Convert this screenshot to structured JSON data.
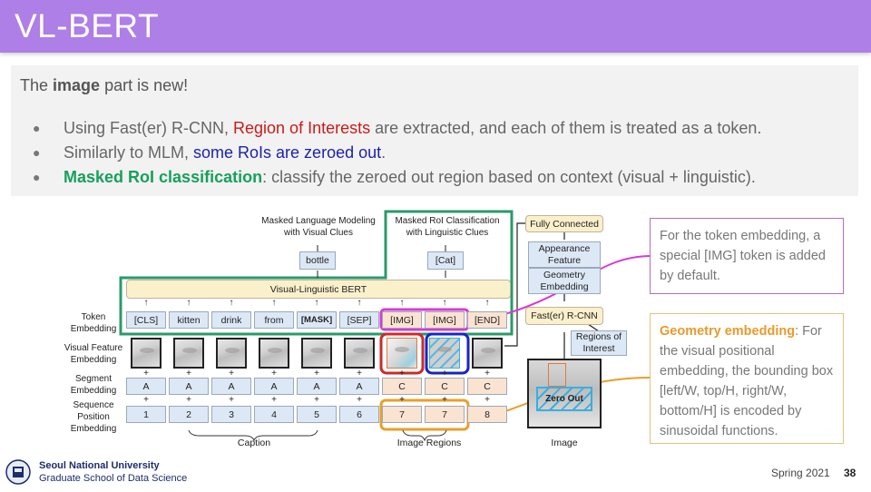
{
  "slide": {
    "title": "VL-BERT",
    "intro_prefix": "The ",
    "intro_bold": "image",
    "intro_suffix": " part is new!",
    "bullets": [
      {
        "plain_1": "Using Fast(er) R-CNN, ",
        "highlight": "Region of Interests",
        "plain_2": " are extracted, and each of them is treated as a token.",
        "highlight_color": "#cc1a1a"
      },
      {
        "plain_1": "Similarly to MLM, ",
        "highlight": "some RoIs are zeroed out",
        "plain_2": ".",
        "highlight_color": "#1e22a8"
      },
      {
        "plain_1": "",
        "highlight": "Masked RoI classification",
        "plain_2": ": classify the zeroed out region based on context (visual + linguistic).",
        "highlight_color": "#17a05a"
      }
    ],
    "bullet_glyph": "●"
  },
  "diagram": {
    "top_labels": {
      "mlm": [
        "Masked Language Modeling",
        "with Visual Clues"
      ],
      "mrc": [
        "Masked RoI Classification",
        "with Linguistic Clues"
      ]
    },
    "outputs": {
      "mlm": "bottle",
      "mrc": "[Cat]"
    },
    "bert_label": "Visual-Linguistic BERT",
    "row_labels": {
      "token": [
        "Token",
        "Embedding"
      ],
      "visual": [
        "Visual Feature",
        "Embedding"
      ],
      "segment": [
        "Segment",
        "Embedding"
      ],
      "position": [
        "Sequence",
        "Position",
        "Embedding"
      ]
    },
    "tokens": [
      "[CLS]",
      "kitten",
      "drink",
      "from",
      "[MASK]",
      "[SEP]",
      "[IMG]",
      "[IMG]",
      "[END]"
    ],
    "segments": [
      "A",
      "A",
      "A",
      "A",
      "A",
      "A",
      "C",
      "C",
      "C"
    ],
    "positions": [
      "1",
      "2",
      "3",
      "4",
      "5",
      "6",
      "7",
      "7",
      "8"
    ],
    "plus": "+",
    "group_labels": {
      "caption": "Caption",
      "image_regions": "Image Regions"
    },
    "right_pipeline": {
      "fully_connected": "Fully Connected",
      "appearance": [
        "Appearance",
        "Feature"
      ],
      "geometry": [
        "Geometry",
        "Embedding"
      ],
      "rcnn": "Fast(er) R-CNN",
      "roi": [
        "Regions of",
        "Interest"
      ],
      "zero_out": "Zero Out",
      "image_label": "Image"
    },
    "colors": {
      "green_frame": "#2a9a6a",
      "magenta": "#d63ad6",
      "orange": "#e8a02a",
      "red_box": "#cc2a2a",
      "blue_box": "#1a24c0",
      "token_blue": "#dce8f5",
      "token_peach": "#fbe3d2",
      "bert_yellow": "#fbf0cc"
    }
  },
  "callouts": {
    "img_token": "For the token embedding, a special [IMG] token is added by default.",
    "geometry_title": "Geometry embedding",
    "geometry_body": ": For the visual positional embedding, the bounding box [left/W, top/H, right/W, bottom/H] is encoded by sinusoidal functions."
  },
  "footer": {
    "university": "Seoul National University",
    "school": "Graduate School of Data Science",
    "term": "Spring 2021",
    "page": "38"
  }
}
